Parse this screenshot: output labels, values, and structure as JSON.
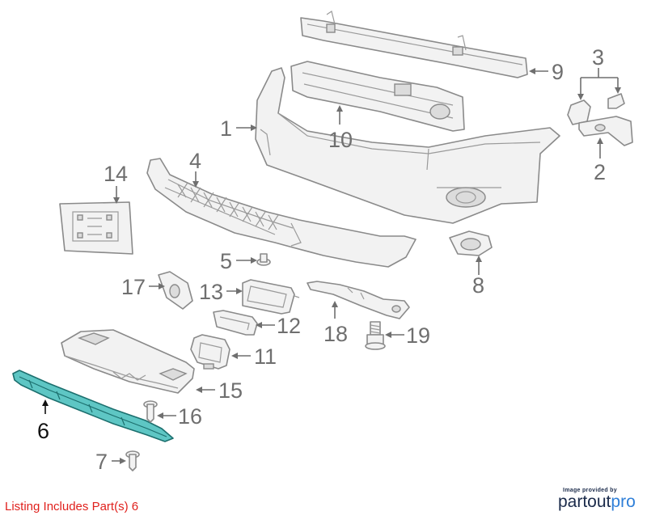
{
  "diagram": {
    "callouts": [
      {
        "id": "1",
        "label": "1"
      },
      {
        "id": "2",
        "label": "2"
      },
      {
        "id": "3",
        "label": "3"
      },
      {
        "id": "4",
        "label": "4"
      },
      {
        "id": "5",
        "label": "5"
      },
      {
        "id": "6",
        "label": "6",
        "highlighted": true
      },
      {
        "id": "7",
        "label": "7"
      },
      {
        "id": "8",
        "label": "8"
      },
      {
        "id": "9",
        "label": "9"
      },
      {
        "id": "10",
        "label": "10"
      },
      {
        "id": "11",
        "label": "11"
      },
      {
        "id": "12",
        "label": "12"
      },
      {
        "id": "13",
        "label": "13"
      },
      {
        "id": "14",
        "label": "14"
      },
      {
        "id": "15",
        "label": "15"
      },
      {
        "id": "16",
        "label": "16"
      },
      {
        "id": "17",
        "label": "17"
      },
      {
        "id": "18",
        "label": "18"
      },
      {
        "id": "19",
        "label": "19"
      }
    ],
    "highlight_color": "#5ec6c4",
    "part_color": "#f2f2f2",
    "line_color": "#8a8a8a"
  },
  "listing_note": "Listing Includes Part(s) 6",
  "brand": {
    "caption": "Image provided by",
    "name_part1": "partout",
    "name_part2": "pro"
  }
}
